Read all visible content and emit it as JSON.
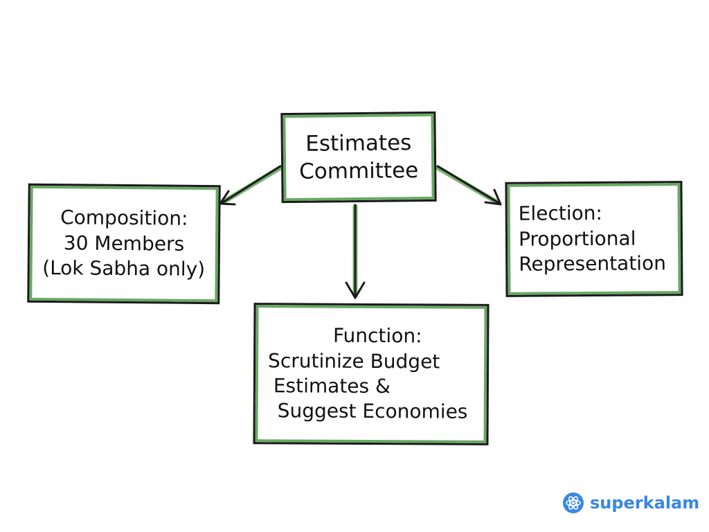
{
  "diagram": {
    "root": {
      "lines": [
        "Estimates",
        "Committee"
      ]
    },
    "children": [
      {
        "id": "composition",
        "lines": [
          "Composition:",
          "30 Members",
          "(Lok Sabha only)"
        ]
      },
      {
        "id": "function",
        "lines": [
          "Function:",
          "Scrutinize Budget",
          "Estimates &",
          "Suggest Economies"
        ]
      },
      {
        "id": "election",
        "lines": [
          "Election:",
          "Proportional",
          "Representation"
        ]
      }
    ],
    "edges": [
      {
        "from": "root",
        "to": "composition"
      },
      {
        "from": "root",
        "to": "function"
      },
      {
        "from": "root",
        "to": "election"
      }
    ],
    "colors": {
      "box_outline": "#1a1a1a",
      "box_highlight": "#6aa865",
      "arrow": "#1a1a1a",
      "brand": "#3a86e6"
    }
  },
  "branding": {
    "logo_text": "superkalam",
    "icon": "atom-logo-icon"
  }
}
